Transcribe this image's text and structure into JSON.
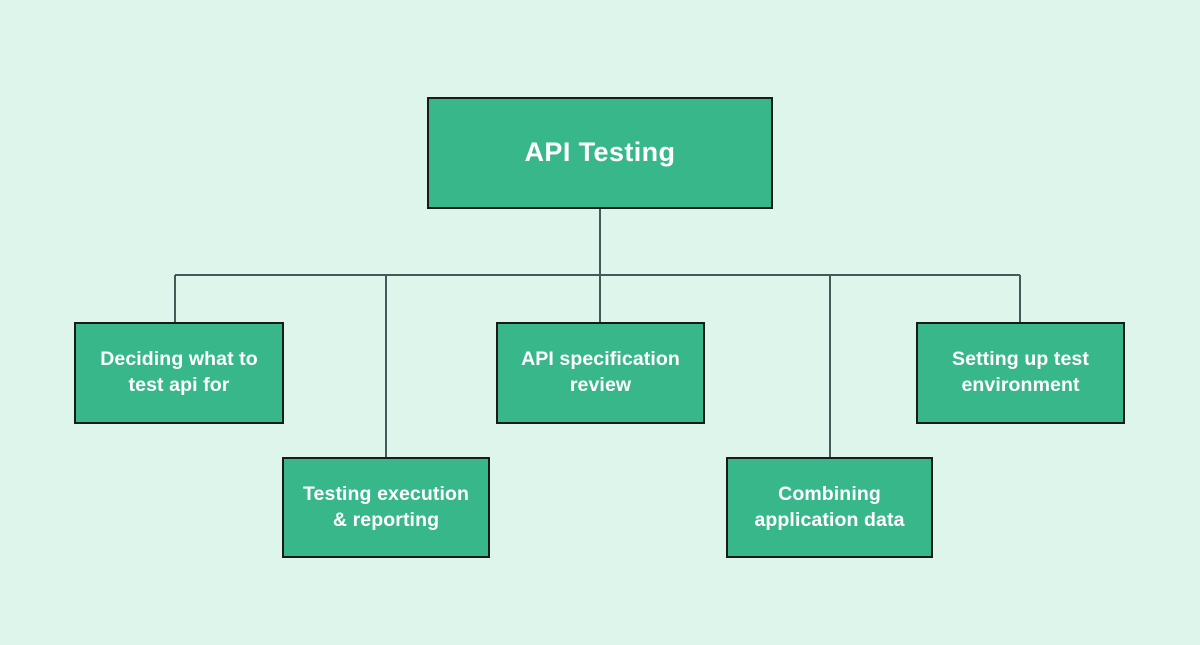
{
  "diagram": {
    "title": "API Testing",
    "type": "tree-hierarchy",
    "background_color": "#ddf5ea",
    "node_fill_color": "#38b88a",
    "node_border_color": "#1a1a1a",
    "node_text_color": "#ffffff",
    "connector_color": "#44595a",
    "root": {
      "label": "API Testing"
    },
    "children": [
      {
        "label": "Deciding what to\ntest api for"
      },
      {
        "label": "Testing execution\n& reporting"
      },
      {
        "label": "API specification\nreview"
      },
      {
        "label": "Combining\napplication data"
      },
      {
        "label": "Setting up test\nenvironment"
      }
    ]
  }
}
